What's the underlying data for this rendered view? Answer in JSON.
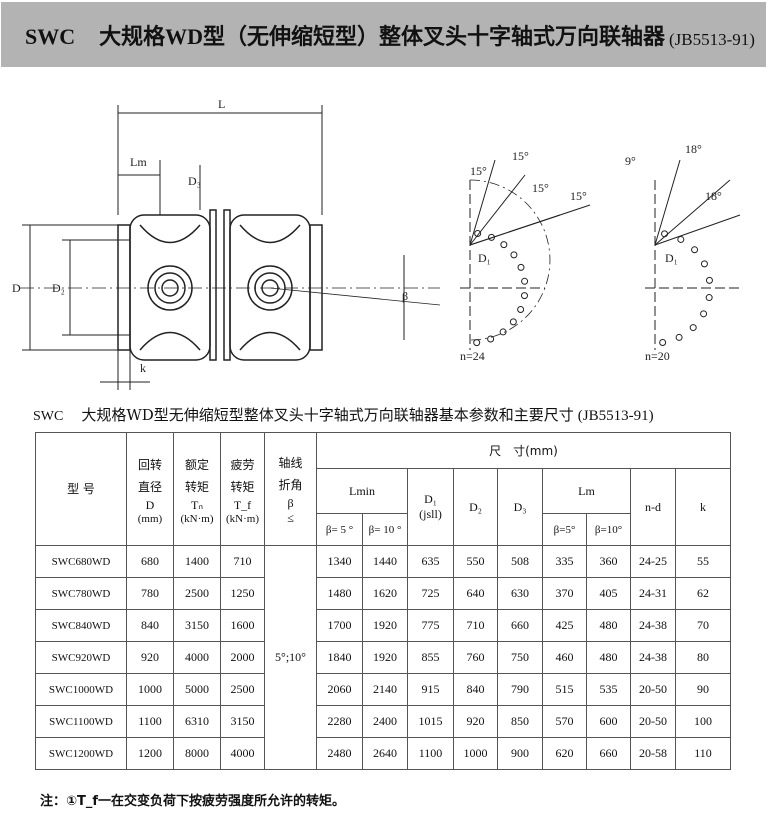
{
  "header": {
    "series": "SWC",
    "title": "大规格WD型（无伸缩短型）整体叉头十字轴式万向联轴器",
    "standard": "(JB5513-91)"
  },
  "diagram": {
    "labels": {
      "L": "L",
      "Lm": "Lm",
      "D": "D",
      "D2": "D₂",
      "D3": "D₃",
      "beta": "β",
      "k": "k",
      "D1": "D₁"
    },
    "left_pattern": {
      "angles": [
        "15°",
        "15°",
        "15°",
        "15°"
      ],
      "count_label": "n=24"
    },
    "right_pattern": {
      "angles": [
        "9°",
        "18°",
        "18°"
      ],
      "count_label": "n=20"
    }
  },
  "table_title": {
    "series": "SWC",
    "title": "大规格WD型无伸缩短型整体叉头十字轴式万向联轴器基本参数和主要尺寸",
    "standard": "(JB5513-91)"
  },
  "table": {
    "headers": {
      "model": "型 号",
      "D": [
        "回转",
        "直径",
        "D",
        "(mm)"
      ],
      "Tn": [
        "额定",
        "转矩",
        "Tₙ",
        "(kN·m)"
      ],
      "Tf": [
        "疲劳",
        "转矩",
        "T_f",
        "(kN·m)"
      ],
      "beta": [
        "轴线",
        "折角",
        "β",
        "≤"
      ],
      "dims": "尺　寸(mm)",
      "Lmin": "Lmin",
      "Lmin_b5": "β= 5 °",
      "Lmin_b10": "β= 10 °",
      "D1": "D₁",
      "D1_tol": "(jsll)",
      "D2": "D₂",
      "D3": "D₃",
      "Lm": "Lm",
      "Lm_b5": "β=5°",
      "Lm_b10": "β=10°",
      "nd": "n-d",
      "k": "k"
    },
    "beta_value": "5°;10°",
    "rows": [
      {
        "model": "SWC680WD",
        "D": "680",
        "Tn": "1400",
        "Tf": "710",
        "L5": "1340",
        "L10": "1440",
        "D1": "635",
        "D2": "550",
        "D3": "508",
        "Lm5": "335",
        "Lm10": "360",
        "nd": "24-25",
        "k": "55"
      },
      {
        "model": "SWC780WD",
        "D": "780",
        "Tn": "2500",
        "Tf": "1250",
        "L5": "1480",
        "L10": "1620",
        "D1": "725",
        "D2": "640",
        "D3": "630",
        "Lm5": "370",
        "Lm10": "405",
        "nd": "24-31",
        "k": "62"
      },
      {
        "model": "SWC840WD",
        "D": "840",
        "Tn": "3150",
        "Tf": "1600",
        "L5": "1700",
        "L10": "1920",
        "D1": "775",
        "D2": "710",
        "D3": "660",
        "Lm5": "425",
        "Lm10": "480",
        "nd": "24-38",
        "k": "70"
      },
      {
        "model": "SWC920WD",
        "D": "920",
        "Tn": "4000",
        "Tf": "2000",
        "L5": "1840",
        "L10": "1920",
        "D1": "855",
        "D2": "760",
        "D3": "750",
        "Lm5": "460",
        "Lm10": "480",
        "nd": "24-38",
        "k": "80"
      },
      {
        "model": "SWC1000WD",
        "D": "1000",
        "Tn": "5000",
        "Tf": "2500",
        "L5": "2060",
        "L10": "2140",
        "D1": "915",
        "D2": "840",
        "D3": "790",
        "Lm5": "515",
        "Lm10": "535",
        "nd": "20-50",
        "k": "90"
      },
      {
        "model": "SWC1100WD",
        "D": "1100",
        "Tn": "6310",
        "Tf": "3150",
        "L5": "2280",
        "L10": "2400",
        "D1": "1015",
        "D2": "920",
        "D3": "850",
        "Lm5": "570",
        "Lm10": "600",
        "nd": "20-50",
        "k": "100"
      },
      {
        "model": "SWC1200WD",
        "D": "1200",
        "Tn": "8000",
        "Tf": "4000",
        "L5": "2480",
        "L10": "2640",
        "D1": "1100",
        "D2": "1000",
        "D3": "900",
        "Lm5": "620",
        "Lm10": "660",
        "nd": "20-58",
        "k": "110"
      }
    ]
  },
  "note": "注：①T_f一在交变负荷下按疲劳强度所允许的转矩。"
}
